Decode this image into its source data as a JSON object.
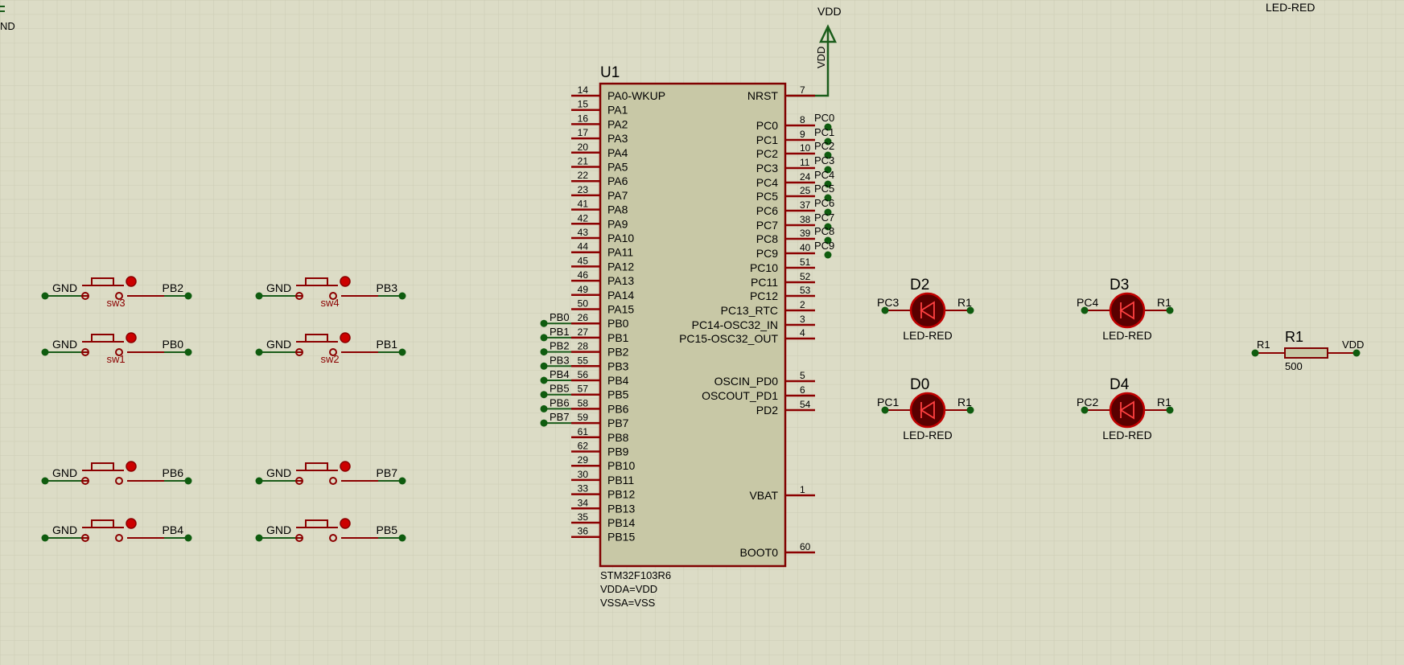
{
  "colors": {
    "background": "#dcdcc6",
    "grid_minor": "#cfcfb8",
    "grid_major": "#bdbda6",
    "body_fill": "#c8c8a6",
    "body_stroke": "#800000",
    "pin": "#8b0000",
    "wire": "#1a5c1a",
    "junction": "#0f5c0f",
    "led_fill": "#5a0000",
    "led_ring": "#c00000",
    "label_red": "#8b0000",
    "text": "#000000"
  },
  "top_left_fragment": "ND",
  "top_right_label": "LED-RED",
  "vdd_terminal": {
    "label": "VDD",
    "rotated_label": "VDD"
  },
  "chip": {
    "ref": "U1",
    "part": "STM32F103R6",
    "note1": "VDDA=VDD",
    "note2": "VSSA=VSS",
    "left_pins": [
      {
        "num": "14",
        "name": "PA0-WKUP"
      },
      {
        "num": "15",
        "name": "PA1"
      },
      {
        "num": "16",
        "name": "PA2"
      },
      {
        "num": "17",
        "name": "PA3"
      },
      {
        "num": "20",
        "name": "PA4"
      },
      {
        "num": "21",
        "name": "PA5"
      },
      {
        "num": "22",
        "name": "PA6"
      },
      {
        "num": "23",
        "name": "PA7"
      },
      {
        "num": "41",
        "name": "PA8"
      },
      {
        "num": "42",
        "name": "PA9"
      },
      {
        "num": "43",
        "name": "PA10"
      },
      {
        "num": "44",
        "name": "PA11"
      },
      {
        "num": "45",
        "name": "PA12"
      },
      {
        "num": "46",
        "name": "PA13"
      },
      {
        "num": "49",
        "name": "PA14"
      },
      {
        "num": "50",
        "name": "PA15"
      },
      {
        "num": "26",
        "name": "PB0",
        "net": "PB0"
      },
      {
        "num": "27",
        "name": "PB1",
        "net": "PB1"
      },
      {
        "num": "28",
        "name": "PB2",
        "net": "PB2"
      },
      {
        "num": "55",
        "name": "PB3",
        "net": "PB3"
      },
      {
        "num": "56",
        "name": "PB4",
        "net": "PB4"
      },
      {
        "num": "57",
        "name": "PB5",
        "net": "PB5"
      },
      {
        "num": "58",
        "name": "PB6",
        "net": "PB6"
      },
      {
        "num": "59",
        "name": "PB7",
        "net": "PB7"
      },
      {
        "num": "61",
        "name": "PB8"
      },
      {
        "num": "62",
        "name": "PB9"
      },
      {
        "num": "29",
        "name": "PB10"
      },
      {
        "num": "30",
        "name": "PB11"
      },
      {
        "num": "33",
        "name": "PB12"
      },
      {
        "num": "34",
        "name": "PB13"
      },
      {
        "num": "35",
        "name": "PB14"
      },
      {
        "num": "36",
        "name": "PB15"
      }
    ],
    "right_pins": [
      {
        "num": "7",
        "name": "NRST"
      },
      {
        "num": "8",
        "name": "PC0",
        "net": "PC0"
      },
      {
        "num": "9",
        "name": "PC1",
        "net": "PC1"
      },
      {
        "num": "10",
        "name": "PC2",
        "net": "PC2"
      },
      {
        "num": "11",
        "name": "PC3",
        "net": "PC3"
      },
      {
        "num": "24",
        "name": "PC4",
        "net": "PC4"
      },
      {
        "num": "25",
        "name": "PC5",
        "net": "PC5"
      },
      {
        "num": "37",
        "name": "PC6",
        "net": "PC6"
      },
      {
        "num": "38",
        "name": "PC7",
        "net": "PC7"
      },
      {
        "num": "39",
        "name": "PC8",
        "net": "PC8"
      },
      {
        "num": "40",
        "name": "PC9",
        "net": "PC9"
      },
      {
        "num": "51",
        "name": "PC10"
      },
      {
        "num": "52",
        "name": "PC11"
      },
      {
        "num": "53",
        "name": "PC12"
      },
      {
        "num": "2",
        "name": "PC13_RTC"
      },
      {
        "num": "3",
        "name": "PC14-OSC32_IN"
      },
      {
        "num": "4",
        "name": "PC15-OSC32_OUT"
      },
      {
        "num": "5",
        "name": "OSCIN_PD0"
      },
      {
        "num": "6",
        "name": "OSCOUT_PD1"
      },
      {
        "num": "54",
        "name": "PD2"
      },
      {
        "num": "1",
        "name": "VBAT"
      },
      {
        "num": "60",
        "name": "BOOT0"
      }
    ]
  },
  "switches": [
    {
      "ref": "sw3",
      "left": "GND",
      "right": "PB2"
    },
    {
      "ref": "sw4",
      "left": "GND",
      "right": "PB3"
    },
    {
      "ref": "sw1",
      "left": "GND",
      "right": "PB0"
    },
    {
      "ref": "sw2",
      "left": "GND",
      "right": "PB1"
    },
    {
      "ref": "",
      "left": "GND",
      "right": "PB6"
    },
    {
      "ref": "",
      "left": "GND",
      "right": "PB7"
    },
    {
      "ref": "",
      "left": "GND",
      "right": "PB4"
    },
    {
      "ref": "",
      "left": "GND",
      "right": "PB5"
    }
  ],
  "leds": [
    {
      "ref": "D2",
      "left": "PC3",
      "right": "R1",
      "value": "LED-RED"
    },
    {
      "ref": "D3",
      "left": "PC4",
      "right": "R1",
      "value": "LED-RED"
    },
    {
      "ref": "D0",
      "left": "PC1",
      "right": "R1",
      "value": "LED-RED"
    },
    {
      "ref": "D4",
      "left": "PC2",
      "right": "R1",
      "value": "LED-RED"
    }
  ],
  "resistor": {
    "ref": "R1",
    "value": "500",
    "left": "R1",
    "right": "VDD"
  }
}
